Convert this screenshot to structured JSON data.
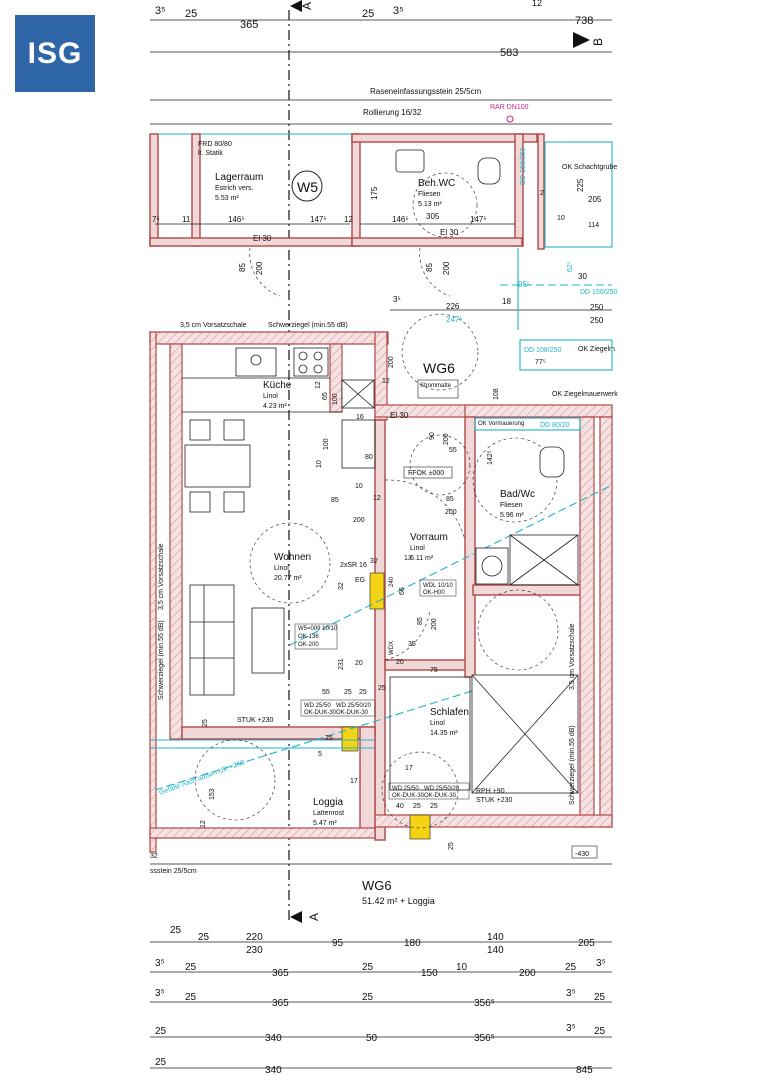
{
  "logo": {
    "text": "ISG",
    "color": "#2f66a8"
  },
  "top_dims": {
    "row1": [
      "3⁵",
      "25",
      "365",
      "25",
      "3⁵",
      "738"
    ],
    "row2": "583",
    "section_top_a": "A",
    "section_b": "B",
    "small_top": "12"
  },
  "notes": {
    "rasen": "Raseneinfassungsstein 25/5cm",
    "rollierung": "Rollierung 16/32",
    "rar": "RAR DN100",
    "vorsatz": "3,5 cm Vorsatzschale",
    "schwerziegel": "Schwerziegel (min.55 dB)",
    "dd_top": "DD 108/250",
    "ok_ziegel": "OK Ziegelmauerwerk",
    "ok_ziegelm": "OK Ziegelm",
    "dd_150": "DD 150/250",
    "ok_schacht": "OK Schachtgrube",
    "ok_vormauer": "OK Vormauerung",
    "dd_bad": "DD 80/20",
    "strom": "Strommatte",
    "gefaelle": "Gefälle nach außen UK +250",
    "stuk": "STUK +230",
    "ffok": "FFOK ±000",
    "wohnen_side": "3,5 cm Vorsatzschale",
    "wohnen_side2": "Schwerziegel (min.55 dB)",
    "schlafen_side": "3,5 cm Vorsatzschale",
    "schlafen_side2": "Schwerziegel (min.55 dB)",
    "rasen_bottom": "ssstein 25/5cm",
    "minus430": "-430",
    "bottom_32": "32",
    "rph": "RPH +90",
    "stuk2": "STUK +230",
    "wd1": "WD 25/50",
    "wd2": "WD 25/50/20",
    "wd3": "WD 25/50",
    "wd4": "WD 25/50/20",
    "wdx": "WDX",
    "wd_ok": "OK-DUK-30",
    "wd_ok2": "OK-DUK-30",
    "wd_ok3": "OK-DUK-30",
    "wd_ok4": "OK-DUK-30",
    "w5_note": "W5=009 10/10",
    "w5_ok": "OK-136",
    "w5_ok2": "OK-200",
    "wdl": "WDL 10/10",
    "wdl_ok": "OK-H00",
    "frd": "FRD 80/80",
    "frd2": "lt. Statik"
  },
  "rooms": {
    "lagerraum": {
      "name": "Lagerraum",
      "floor": "Estrich vers.",
      "area": "5.53 m²"
    },
    "behwc": {
      "name": "Beh.WC",
      "floor": "Fliesen",
      "area": "5.13 m²"
    },
    "kueche": {
      "name": "Küche",
      "floor": "Linol",
      "area": "4.23 m²"
    },
    "wohnen": {
      "name": "Wohnen",
      "floor": "Linol",
      "area": "20.77 m²"
    },
    "vorraum": {
      "name": "Vorraum",
      "floor": "Linol",
      "area": "6.11 m²"
    },
    "badwc": {
      "name": "Bad/Wc",
      "floor": "Fliesen",
      "area": "5.96 m²"
    },
    "schlafen": {
      "name": "Schlafen",
      "floor": "Linol",
      "area": "14.35 m²"
    },
    "loggia": {
      "name": "Loggia",
      "floor": "Lattenrost",
      "area": "5.47 m²"
    }
  },
  "unit_labels": {
    "w5": "W5",
    "wg6": "WG6"
  },
  "summary": {
    "name": "WG6",
    "area": "51.42 m² + Loggia",
    "section": "A"
  },
  "dims_interior": {
    "d146a": "146⁵",
    "d147a": "147⁵",
    "d146b": "146⁵",
    "d147b": "147⁵",
    "d11": "11",
    "d12": "12",
    "d7": "7⁵",
    "d305": "305",
    "d175": "175",
    "d225": "225",
    "d205": "205",
    "d114": "114",
    "d10": "10",
    "d2": "2",
    "el30a": "El 30",
    "el30b": "El 30",
    "el30c": "El 30",
    "d85a": "85",
    "d200a": "200",
    "d85b": "85",
    "d200b": "200",
    "d226": "226",
    "d18": "18",
    "d247": "247⁵",
    "d35": "3⁵",
    "d250a": "250",
    "d250b": "250",
    "d95": "95⁵",
    "d30": "30",
    "d62": "62⁵",
    "d108": "108",
    "d77": "77⁵",
    "d90": "90",
    "d200c": "200",
    "d55": "55",
    "d85c": "85",
    "d200d": "200",
    "d85d": "85",
    "d200e": "200",
    "d80": "80",
    "d100a": "100",
    "d100b": "100",
    "d10b": "10",
    "d10c": "10",
    "d231": "231",
    "d20a": "20",
    "d20b": "20",
    "d75": "75",
    "d55b": "55",
    "d25a": "25",
    "d25b": "25",
    "d25c": "25",
    "d17a": "17",
    "d17b": "17",
    "d153": "153",
    "d12b": "12",
    "d40": "40",
    "d25d": "25",
    "d25e": "25",
    "d85e": "85",
    "d200f": "200",
    "d35b": "35",
    "d25f": "25",
    "d12c": "12",
    "d65": "65",
    "d12d": "12",
    "d16": "16",
    "d2x": "2xSR 16",
    "d32": "32",
    "eg": "EG",
    "d13": "13",
    "d66": "66",
    "d240": "240",
    "d32b": "32",
    "d142": "142⁵",
    "d25g": "25",
    "d25h": "25",
    "d5": "5",
    "d200g": "200",
    "d12e": "12"
  },
  "bottom_dims": {
    "r1": [
      "25",
      "25",
      "220",
      "95",
      "180",
      "140",
      "205"
    ],
    "r1b": [
      "230",
      "140"
    ],
    "r2": [
      "3⁵",
      "25",
      "365",
      "25",
      "150",
      "10",
      "200",
      "25",
      "3⁵"
    ],
    "r3": [
      "3⁵",
      "25",
      "365",
      "25",
      "356⁵",
      "3⁵",
      "25"
    ],
    "r4": [
      "25",
      "340",
      "50",
      "356⁵",
      "3⁵",
      "25"
    ],
    "r5": [
      "25",
      "340",
      "845"
    ]
  }
}
